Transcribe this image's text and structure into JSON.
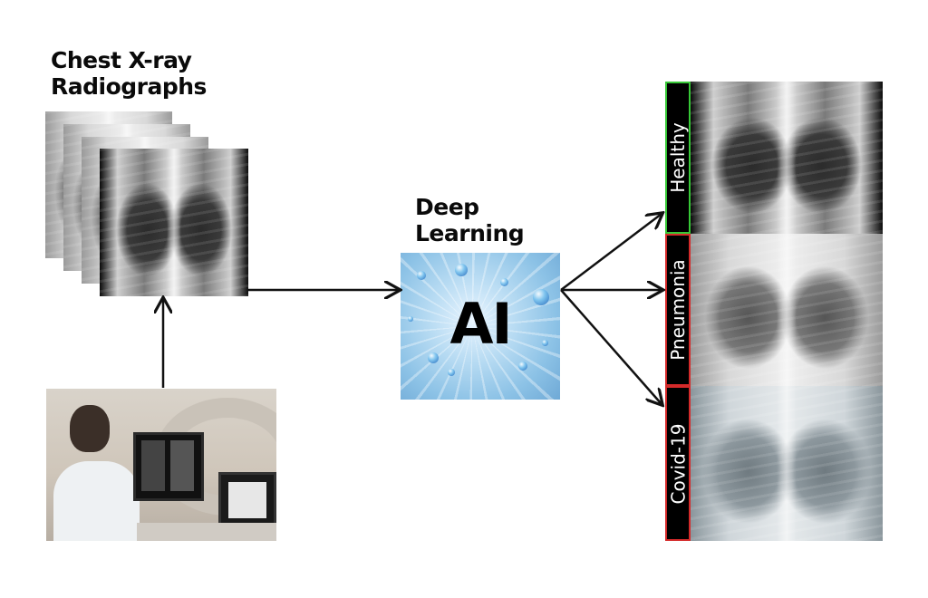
{
  "input": {
    "title_line1": "Chest X-ray",
    "title_line2": "Radiographs"
  },
  "model": {
    "title_line1": "Deep",
    "title_line2": "Learning",
    "badge": "AI"
  },
  "outputs": [
    {
      "label": "Healthy",
      "border_color": "#37c837"
    },
    {
      "label": "Pneumonia",
      "border_color": "#d42a2a"
    },
    {
      "label": "Covid-19",
      "border_color": "#d42a2a"
    }
  ],
  "colors": {
    "arrow": "#111111",
    "healthy_border": "#37c837",
    "disease_border": "#d42a2a"
  }
}
